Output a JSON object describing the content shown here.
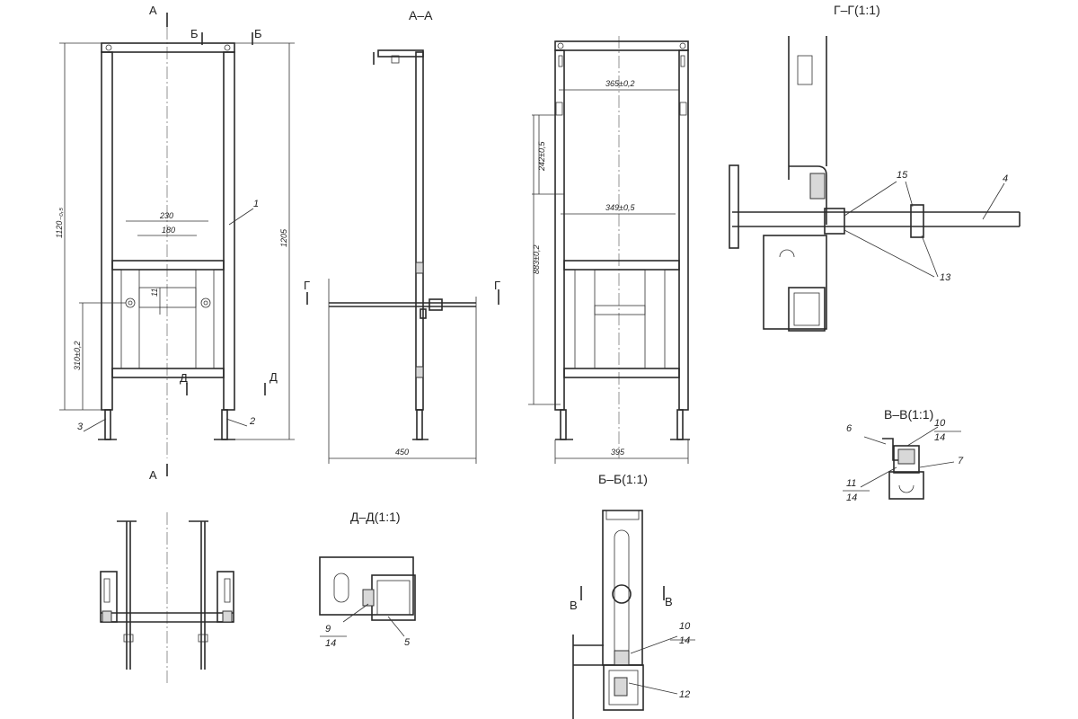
{
  "sections": {
    "aa": "А–А",
    "gg": "Г–Г(1:1)",
    "vv": "В–В(1:1)",
    "bb": "Б–Б(1:1)",
    "dd": "Д–Д(1:1)"
  },
  "cut_marks": {
    "a": "А",
    "b": "Б",
    "v": "В",
    "g": "Г",
    "d": "Д"
  },
  "dimensions": {
    "front_height": "1120₋₀,₅",
    "front_overall": "1205",
    "front_230": "230",
    "front_180": "180",
    "front_11": "11",
    "front_310": "310±0,2",
    "side_450": "450",
    "back_365": "365±0,2",
    "back_349": "349±0,5",
    "back_242": "242±0,5",
    "back_883": "883±0,2",
    "back_395": "395"
  },
  "parts": {
    "p1": "1",
    "p2": "2",
    "p3": "3",
    "p4": "4",
    "p5": "5",
    "p6": "6",
    "p7": "7",
    "p9": "9",
    "p10a": "10",
    "p10b": "10",
    "p11": "11",
    "p12": "12",
    "p13": "13",
    "p14a": "14",
    "p14b": "14",
    "p14c": "14",
    "p14d": "14",
    "p15": "15"
  }
}
